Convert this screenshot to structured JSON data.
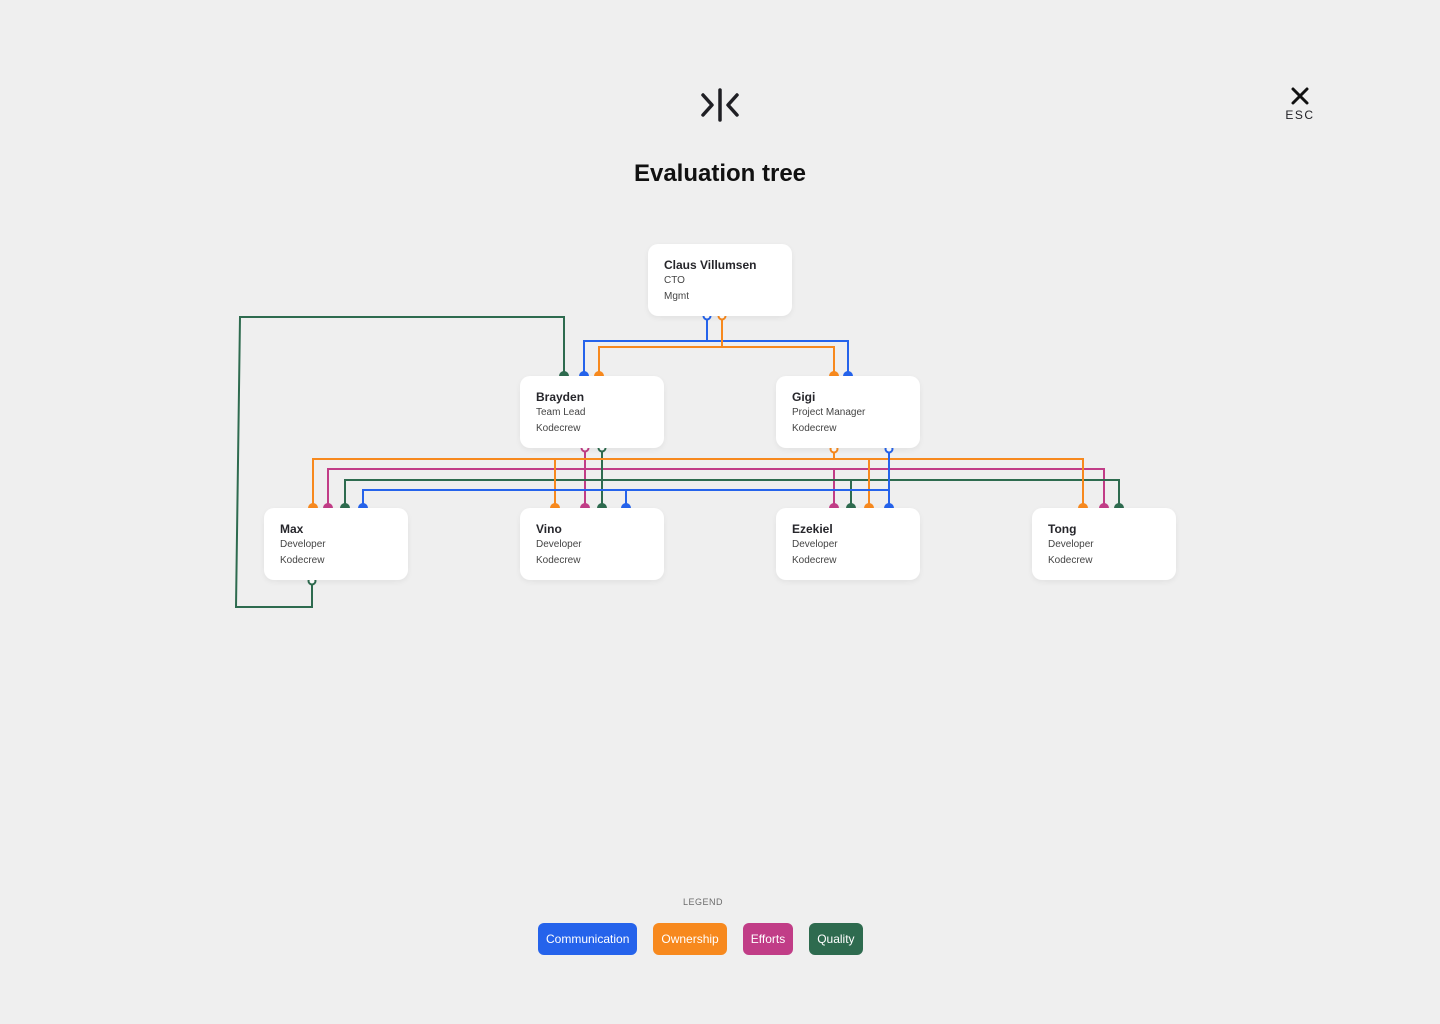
{
  "header": {
    "title": "Evaluation tree",
    "close_label": "ESC"
  },
  "colors": {
    "communication": "#2563eb",
    "ownership": "#f7891e",
    "efforts": "#c13d87",
    "quality": "#2e6b4f"
  },
  "people": [
    {
      "id": "claus",
      "name": "Claus Villumsen",
      "role": "CTO",
      "team": "Mgmt"
    },
    {
      "id": "brayden",
      "name": "Brayden",
      "role": "Team Lead",
      "team": "Kodecrew"
    },
    {
      "id": "gigi",
      "name": "Gigi",
      "role": "Project Manager",
      "team": "Kodecrew"
    },
    {
      "id": "max",
      "name": "Max",
      "role": "Developer",
      "team": "Kodecrew"
    },
    {
      "id": "vino",
      "name": "Vino",
      "role": "Developer",
      "team": "Kodecrew"
    },
    {
      "id": "ezekiel",
      "name": "Ezekiel",
      "role": "Developer",
      "team": "Kodecrew"
    },
    {
      "id": "tong",
      "name": "Tong",
      "role": "Developer",
      "team": "Kodecrew"
    }
  ],
  "edges": [
    {
      "from": "claus",
      "to": "brayden",
      "category": "communication"
    },
    {
      "from": "claus",
      "to": "gigi",
      "category": "communication"
    },
    {
      "from": "claus",
      "to": "brayden",
      "category": "ownership"
    },
    {
      "from": "claus",
      "to": "gigi",
      "category": "ownership"
    },
    {
      "from": "max",
      "to": "brayden",
      "category": "quality"
    },
    {
      "from": "brayden",
      "to": "max",
      "category": "efforts"
    },
    {
      "from": "brayden",
      "to": "vino",
      "category": "efforts"
    },
    {
      "from": "brayden",
      "to": "ezekiel",
      "category": "efforts"
    },
    {
      "from": "brayden",
      "to": "tong",
      "category": "efforts"
    },
    {
      "from": "brayden",
      "to": "max",
      "category": "quality"
    },
    {
      "from": "brayden",
      "to": "vino",
      "category": "quality"
    },
    {
      "from": "brayden",
      "to": "ezekiel",
      "category": "quality"
    },
    {
      "from": "brayden",
      "to": "tong",
      "category": "quality"
    },
    {
      "from": "gigi",
      "to": "max",
      "category": "ownership"
    },
    {
      "from": "gigi",
      "to": "vino",
      "category": "ownership"
    },
    {
      "from": "gigi",
      "to": "ezekiel",
      "category": "ownership"
    },
    {
      "from": "gigi",
      "to": "tong",
      "category": "ownership"
    },
    {
      "from": "gigi",
      "to": "max",
      "category": "communication"
    },
    {
      "from": "gigi",
      "to": "vino",
      "category": "communication"
    },
    {
      "from": "gigi",
      "to": "ezekiel",
      "category": "communication"
    }
  ],
  "legend": {
    "title": "LEGEND",
    "items": [
      {
        "key": "communication",
        "label": "Communication",
        "color": "#2563eb"
      },
      {
        "key": "ownership",
        "label": "Ownership",
        "color": "#f7891e"
      },
      {
        "key": "efforts",
        "label": "Efforts",
        "color": "#c13d87"
      },
      {
        "key": "quality",
        "label": "Quality",
        "color": "#2e6b4f"
      }
    ]
  }
}
